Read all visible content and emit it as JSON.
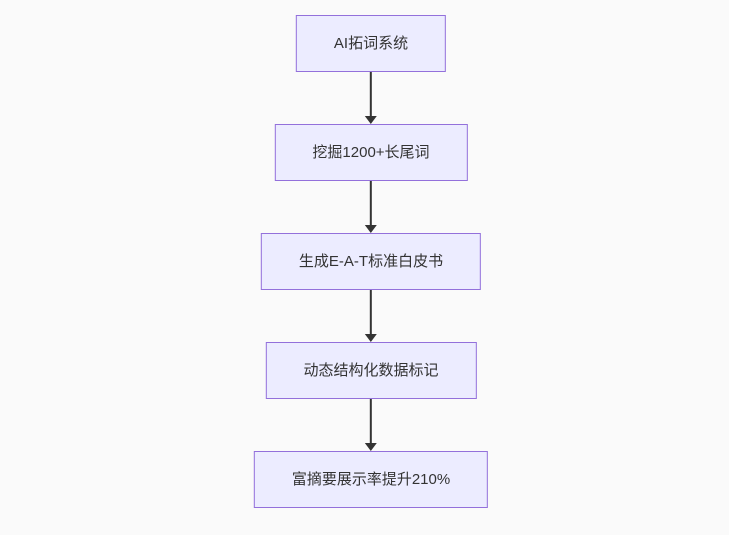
{
  "diagram": {
    "type": "flowchart",
    "direction": "top-down",
    "nodes": [
      {
        "id": "A",
        "label": "AI拓词系统"
      },
      {
        "id": "B",
        "label": "挖掘1200+长尾词"
      },
      {
        "id": "C",
        "label": "生成E-A-T标准白皮书"
      },
      {
        "id": "D",
        "label": "动态结构化数据标记"
      },
      {
        "id": "E",
        "label": "富摘要展示率提升210%"
      }
    ],
    "edges": [
      {
        "from": "A",
        "to": "B"
      },
      {
        "from": "B",
        "to": "C"
      },
      {
        "from": "C",
        "to": "D"
      },
      {
        "from": "D",
        "to": "E"
      }
    ],
    "colors": {
      "node_fill": "#ececff",
      "node_border": "#9370db",
      "edge": "#333333",
      "text": "#333333",
      "background": "#fafafa"
    }
  }
}
